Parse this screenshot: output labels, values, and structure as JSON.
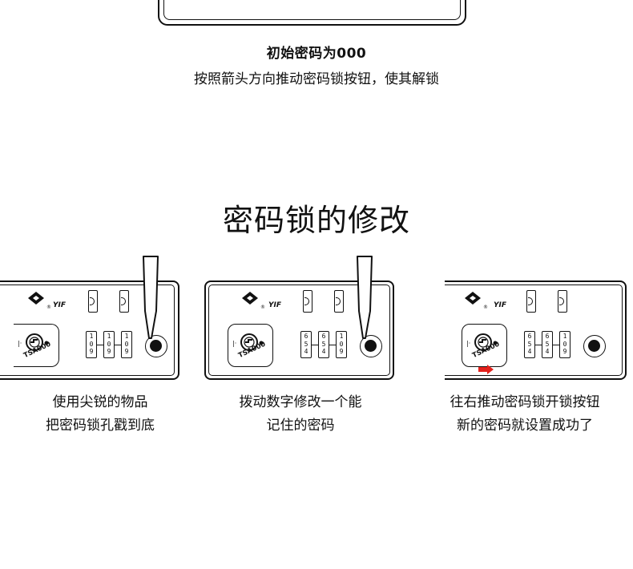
{
  "instructions": {
    "initial_code_title": "初始密码为000",
    "unlock_description": "按照箭头方向推动密码锁按钮，使其解锁"
  },
  "section": {
    "title": "密码锁的修改"
  },
  "steps": [
    {
      "caption_line1": "使用尖锐的物品",
      "caption_line2": "把密码锁孔戳到底",
      "dials": [
        [
          "1",
          "0",
          "9"
        ],
        [
          "1",
          "0",
          "9"
        ],
        [
          "1",
          "0",
          "9"
        ]
      ]
    },
    {
      "caption_line1": "拨动数字修改一个能",
      "caption_line2": "记住的密码",
      "dials": [
        [
          "6",
          "5",
          "4"
        ],
        [
          "6",
          "5",
          "4"
        ],
        [
          "1",
          "0",
          "9"
        ]
      ]
    },
    {
      "caption_line1": "往右推动密码锁开锁按钮",
      "caption_line2": "新的密码就设置成功了",
      "dials": [
        [
          "6",
          "5",
          "4"
        ],
        [
          "6",
          "5",
          "4"
        ],
        [
          "1",
          "0",
          "9"
        ]
      ]
    }
  ],
  "lock_labels": {
    "brand": "YIF",
    "registered": "®",
    "tsa": "TSA000"
  },
  "colors": {
    "arrow": "#e3211c",
    "ink": "#111111"
  },
  "icons": {
    "brand_logo": "diamond-logo-icon",
    "tsa_key": "tsa-key-icon",
    "pin_tool": "needle-tool-icon",
    "direction_arrow": "right-arrow-icon"
  }
}
